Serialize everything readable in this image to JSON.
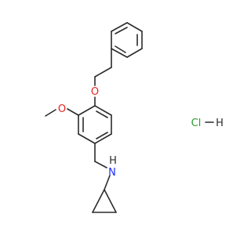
{
  "molecule": {
    "name": "",
    "atoms": {
      "methoxy_oxygen": "O",
      "ether_oxygen": "O",
      "amine_nitrogen": "N",
      "amine_hydrogen": "H",
      "chlorine": "Cl",
      "hcl_hydrogen": "H",
      "hcl_bond": "—"
    }
  },
  "colors": {
    "bond": "#2b2b2b",
    "oxygen": "#e8231d",
    "nitrogen": "#1d2bff",
    "chlorine": "#2a9d2a",
    "background": "#ffffff"
  }
}
